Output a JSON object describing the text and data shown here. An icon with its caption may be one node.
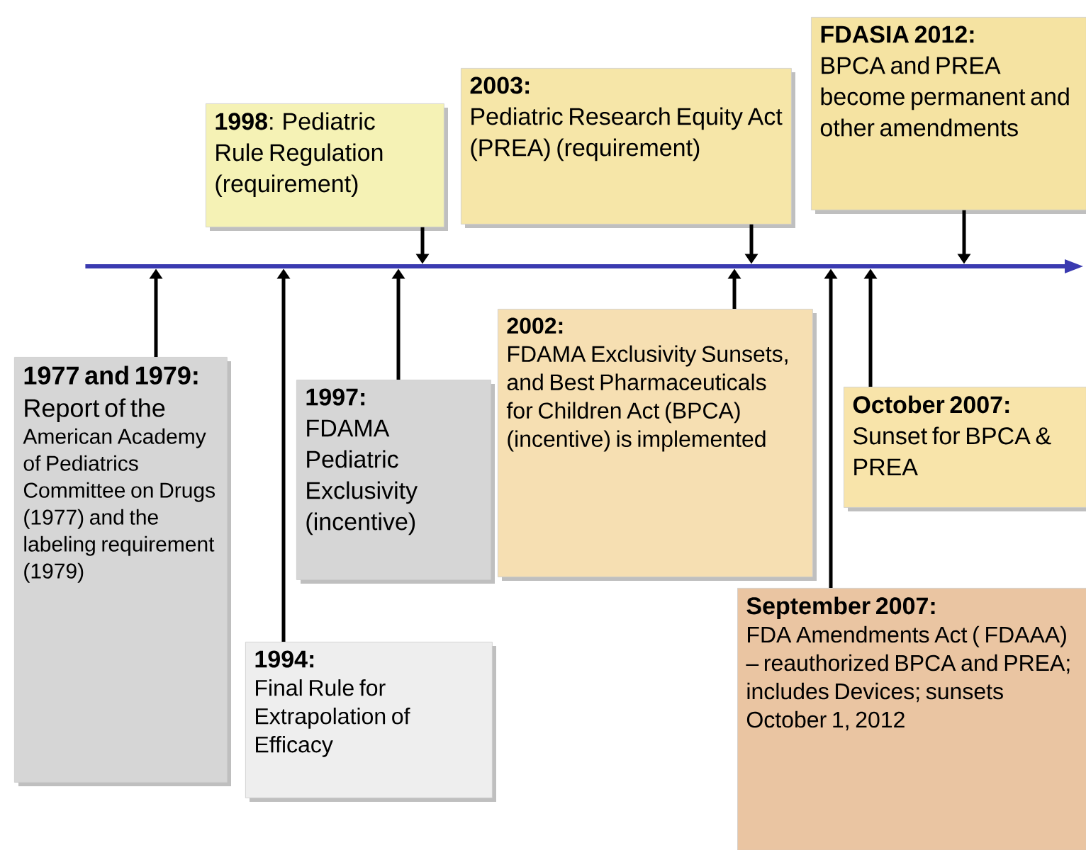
{
  "diagram": {
    "nodes": [
      {
        "text": [
          "**1998**:  Pediatric Rule Regulation (requirement)"
        ]
      },
      {
        "text": [
          "2003:",
          "Pediatric Research Equity Act (PREA) (requirement)"
        ]
      },
      {
        "text": [
          "FDASIA 2012:",
          "BPCA and PREA become permanent and other amendments"
        ]
      },
      {
        "text": [],
        "shape": "bar"
      },
      {
        "text": [
          "1977 and 1979:",
          "Report of the",
          "American Academy of Pediatrics Committee on Drugs (1977) and the labeling requirement (1979)"
        ]
      },
      {
        "text": [
          "1997:",
          "FDAMA Pediatric Exclusivity (incentive)"
        ]
      },
      {
        "text": [
          "1994:",
          "Final Rule for Extrapolation of Efficacy"
        ]
      },
      {
        "text": [
          "2002:",
          "FDAMA Exclusivity Sunsets, and Best Pharmaceuticals for Children Act (BPCA) (incentive) is implemented"
        ]
      },
      {
        "text": [
          "October 2007:",
          "Sunset for BPCA & PREA"
        ]
      },
      {
        "text": [
          "September 2007:",
          "FDA Amendments Act ( FDAAA) – reauthorized BPCA and PREA; includes Devices; sunsets October 1, 2012"
        ]
      }
    ],
    "edges": [
      {
        "from": 0,
        "to": 3,
        "arrow": "to"
      },
      {
        "from": 1,
        "to": 3,
        "arrow": "to"
      },
      {
        "from": 2,
        "to": 3,
        "arrow": "to"
      },
      {
        "from": 4,
        "to": 3,
        "arrow": "to"
      },
      {
        "from": 5,
        "to": 3,
        "arrow": "to"
      },
      {
        "from": 6,
        "to": 3,
        "arrow": "to"
      },
      {
        "from": 7,
        "to": 3,
        "arrow": "to"
      },
      {
        "from": 8,
        "to": 3,
        "arrow": "to"
      },
      {
        "from": 9,
        "to": 3,
        "arrow": "to"
      }
    ]
  }
}
